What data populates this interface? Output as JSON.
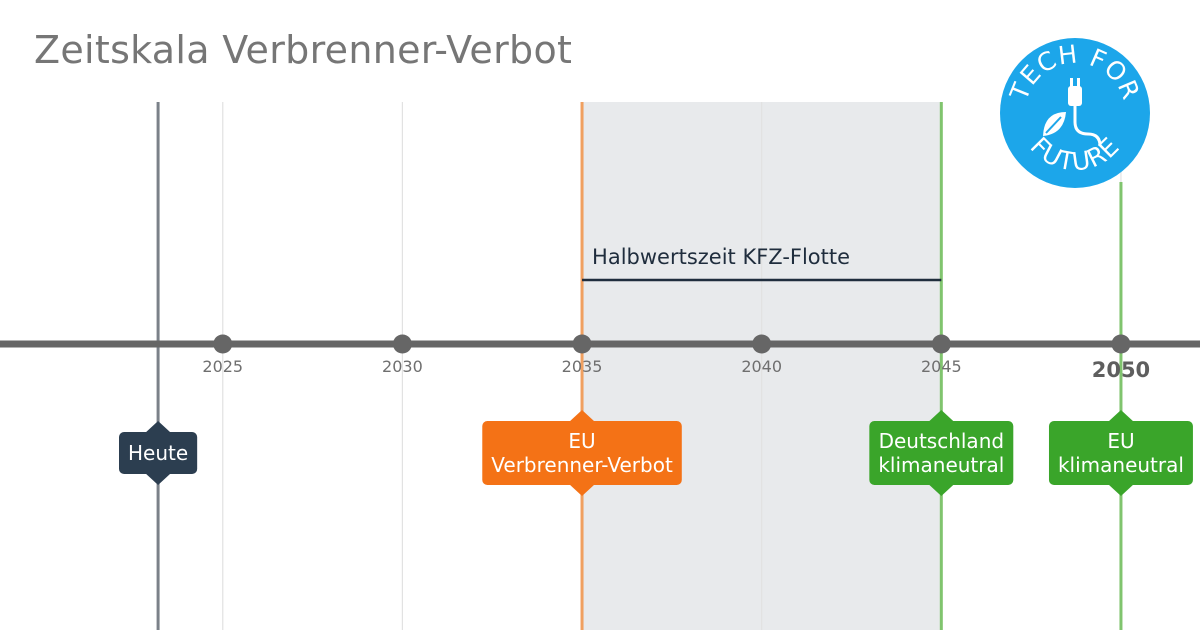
{
  "title": "Zeitskala Verbrenner-Verbot",
  "logo": {
    "top_text": "TECH FOR",
    "bottom_text": "FUTURE",
    "color": "#1ca6ea"
  },
  "chart_data": {
    "type": "timeline",
    "x_range": [
      2018.8,
      2052.2
    ],
    "ticks": [
      {
        "value": 2025,
        "label": "2025",
        "major": false
      },
      {
        "value": 2030,
        "label": "2030",
        "major": false
      },
      {
        "value": 2035,
        "label": "2035",
        "major": false
      },
      {
        "value": 2040,
        "label": "2040",
        "major": false
      },
      {
        "value": 2045,
        "label": "2045",
        "major": false
      },
      {
        "value": 2050,
        "label": "2050",
        "major": true
      }
    ],
    "shaded_range": {
      "start": 2035,
      "end": 2045,
      "color": "#e8eaec"
    },
    "span": {
      "start": 2035,
      "end": 2045,
      "label": "Halbwertszeit KFZ-Flotte",
      "color": "#1f2d3d"
    },
    "markers": [
      {
        "value": 2023.2,
        "lines": [
          "Heute"
        ],
        "color": "#2c3e50",
        "line_color": "#7b8189"
      },
      {
        "value": 2035,
        "lines": [
          "EU",
          "Verbrenner-Verbot"
        ],
        "color": "#f47216",
        "line_color": "#f0a060"
      },
      {
        "value": 2045,
        "lines": [
          "Deutschland",
          "klimaneutral"
        ],
        "color": "#3aa52a",
        "line_color": "#80c46e"
      },
      {
        "value": 2050,
        "lines": [
          "EU",
          "klimaneutral"
        ],
        "color": "#3aa52a",
        "line_color": "#80c46e"
      }
    ],
    "axis_color": "#666666",
    "grid_color": "#e2e2e2"
  }
}
